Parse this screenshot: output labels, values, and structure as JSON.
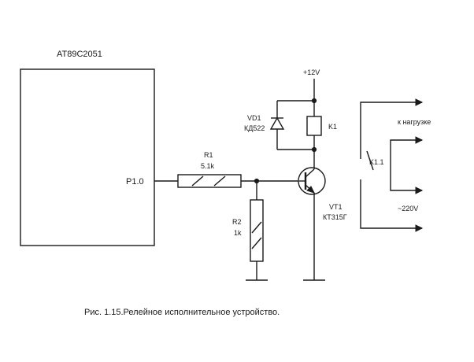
{
  "mcu": {
    "name": "AT89C2051",
    "pin": "P1.0"
  },
  "r1": {
    "ref": "R1",
    "value": "5.1k"
  },
  "r2": {
    "ref": "R2",
    "value": "1k"
  },
  "vd1": {
    "ref": "VD1",
    "part": "КД522"
  },
  "k1": {
    "ref": "K1",
    "contact": "K1.1"
  },
  "vt1": {
    "ref": "VT1",
    "part": "КТ315Г"
  },
  "supply": {
    "label": "+12V"
  },
  "load": {
    "label": "к нагрузке",
    "mains": "~220V"
  },
  "caption": "Рис. 1.15.Релейное исполнительное устройство."
}
